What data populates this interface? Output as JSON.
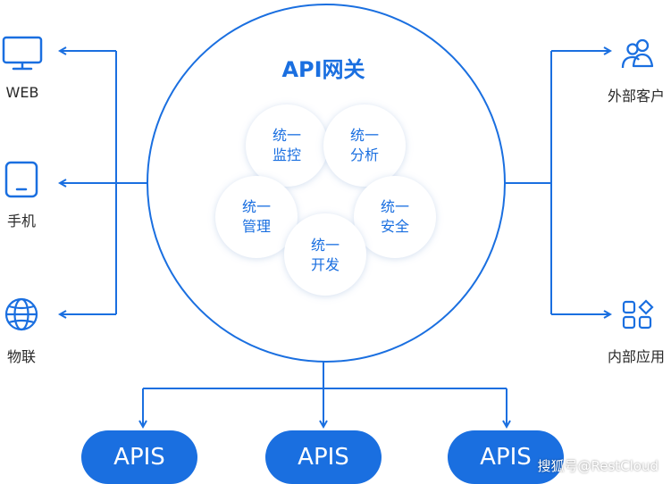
{
  "gateway": {
    "title": "API网关"
  },
  "modules": [
    {
      "line1": "统一",
      "line2": "监控"
    },
    {
      "line1": "统一",
      "line2": "分析"
    },
    {
      "line1": "统一",
      "line2": "管理"
    },
    {
      "line1": "统一",
      "line2": "安全"
    },
    {
      "line1": "统一",
      "line2": "开发"
    }
  ],
  "left_clients": [
    {
      "label": "WEB",
      "icon": "monitor-icon"
    },
    {
      "label": "手机",
      "icon": "tablet-icon"
    },
    {
      "label": "物联",
      "icon": "globe-icon"
    }
  ],
  "right_clients": [
    {
      "label": "外部客户",
      "icon": "users-icon"
    },
    {
      "label": "内部应用",
      "icon": "apps-grid-icon"
    }
  ],
  "backends": [
    {
      "label": "APIS"
    },
    {
      "label": "APIS"
    },
    {
      "label": "APIS"
    }
  ],
  "watermark": "搜狐号@RestCloud",
  "colors": {
    "accent": "#1a6fe0",
    "bubble": "#ffffff"
  }
}
